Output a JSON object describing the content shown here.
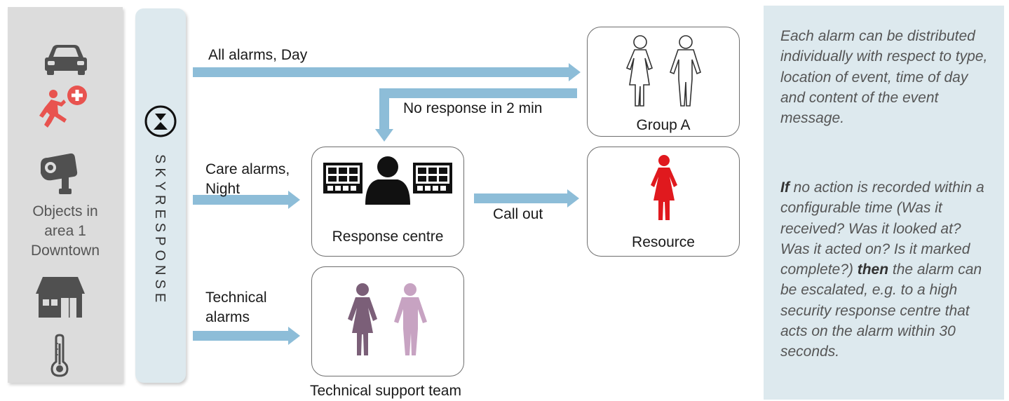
{
  "objects_panel": {
    "icons": [
      "car-icon",
      "fall-alarm-icon",
      "camera-icon",
      "building-icon",
      "thermometer-icon"
    ],
    "label_lines": [
      "Objects in",
      "area 1",
      "Downtown"
    ]
  },
  "platform": {
    "name": "SKYRESPONSE",
    "logo": "hourglass-icon"
  },
  "flows": {
    "all_alarms_day": "All alarms, Day",
    "no_response": "No response in 2 min",
    "care_alarms_line1": "Care alarms,",
    "care_alarms_line2": "Night",
    "call_out": "Call out",
    "technical_line1": "Technical",
    "technical_line2": "alarms"
  },
  "boxes": {
    "group_a": "Group A",
    "response_centre": "Response centre",
    "resource": "Resource",
    "technical_support": "Technical support team"
  },
  "info": {
    "paragraph1": "Each alarm can be distributed individually with respect to type, location of event, time of day and content of the event message.",
    "p2_if": "If",
    "p2_middle": " no action is recorded within a configurable time (Was it received? Was it looked at? Was it acted on? Is it marked complete?) ",
    "p2_then": "then",
    "p2_end": " the alarm can be escalated, e.g. to a high security response centre that acts on the alarm within 30 seconds."
  },
  "colors": {
    "arrow": "#8dbdd8",
    "resource_person": "#e0191e",
    "tech_person_dark": "#7b5f78",
    "tech_person_light": "#c7a3c2",
    "alarm_red": "#e8534f",
    "icon_grey": "#505050",
    "panel_blue": "#dde9ee"
  }
}
